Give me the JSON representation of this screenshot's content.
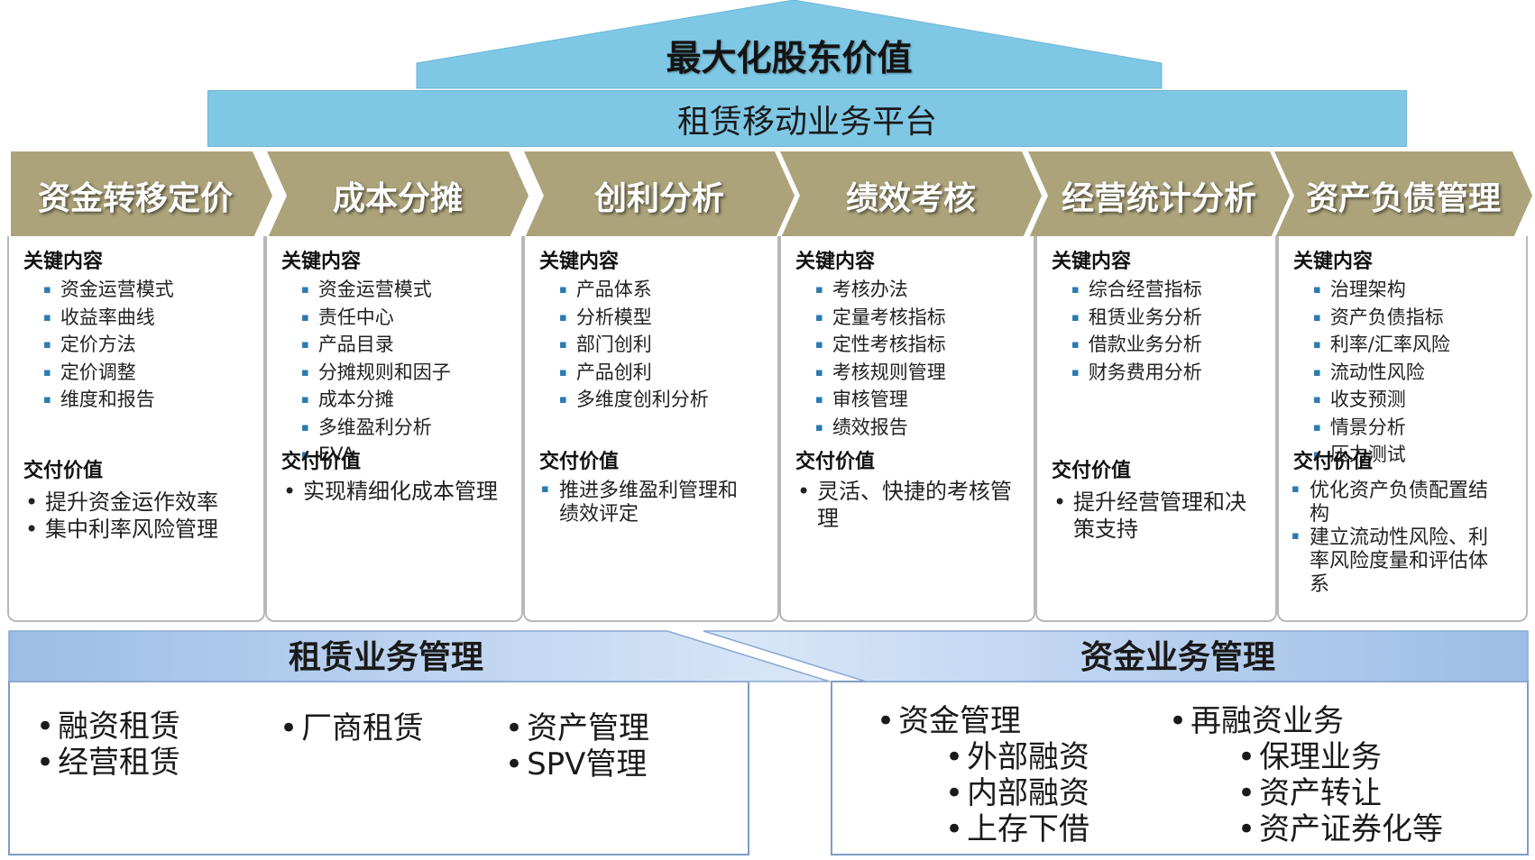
{
  "header": {
    "title": "最大化股东价值",
    "platform": "租赁移动业务平台"
  },
  "colors": {
    "roof": "#7fc8e5",
    "chevron": "#aca37b",
    "panel_gradient": [
      "#cfe0f7",
      "#9dbde6"
    ]
  },
  "modules": [
    {
      "title": "资金转移定价",
      "key_label": "关键内容",
      "key_items": [
        "资金运营模式",
        "收益率曲线",
        "定价方法",
        "定价调整",
        "维度和报告"
      ],
      "value_label": "交付价值",
      "value_items": [
        "提升资金运作效率",
        "集中利率风险管理"
      ]
    },
    {
      "title": "成本分摊",
      "key_label": "关键内容",
      "key_items": [
        "资金运营模式",
        "责任中心",
        "产品目录",
        "分摊规则和因子",
        "成本分摊",
        "多维盈利分析",
        "EVA"
      ],
      "value_label": "交付价值",
      "value_items": [
        "实现精细化成本管理"
      ]
    },
    {
      "title": "创利分析",
      "key_label": "关键内容",
      "key_items": [
        "产品体系",
        "分析模型",
        "部门创利",
        "产品创利",
        "多维度创利分析"
      ],
      "value_label": "交付价值",
      "value_items": [
        "推进多维盈利管理和",
        "绩效评定"
      ]
    },
    {
      "title": "绩效考核",
      "key_label": "关键内容",
      "key_items": [
        "考核办法",
        "定量考核指标",
        "定性考核指标",
        "考核规则管理",
        "审核管理",
        "绩效报告"
      ],
      "value_label": "交付价值",
      "value_items": [
        "灵活、快捷的考核管",
        "理"
      ]
    },
    {
      "title": "经营统计分析",
      "key_label": "关键内容",
      "key_items": [
        "综合经营指标",
        "租赁业务分析",
        "借款业务分析",
        "财务费用分析"
      ],
      "value_label": "交付价值",
      "value_items": [
        "提升经营管理和决",
        "策支持"
      ]
    },
    {
      "title": "资产负债管理",
      "key_label": "关键内容",
      "key_items": [
        "治理架构",
        "资产负债指标",
        "利率/汇率风险",
        "流动性风险",
        "收支预测",
        "情景分析",
        "压力测试"
      ],
      "value_label": "交付价值",
      "value_items": [
        "优化资产负债配置结",
        "构",
        "建立流动性风险、利",
        "率风险度量和评估体",
        "系"
      ]
    }
  ],
  "leasing": {
    "title": "租赁业务管理",
    "items_a": [
      "融资租赁",
      "经营租赁"
    ],
    "items_b": [
      "厂商租赁"
    ],
    "items_c": [
      "资产管理",
      "SPV管理"
    ]
  },
  "funding": {
    "title": "资金业务管理",
    "main_a": "资金管理",
    "subs_a": [
      "外部融资",
      "内部融资",
      "上存下借"
    ],
    "main_b": "再融资业务",
    "subs_b": [
      "保理业务",
      "资产转让",
      "资产证券化等"
    ]
  }
}
